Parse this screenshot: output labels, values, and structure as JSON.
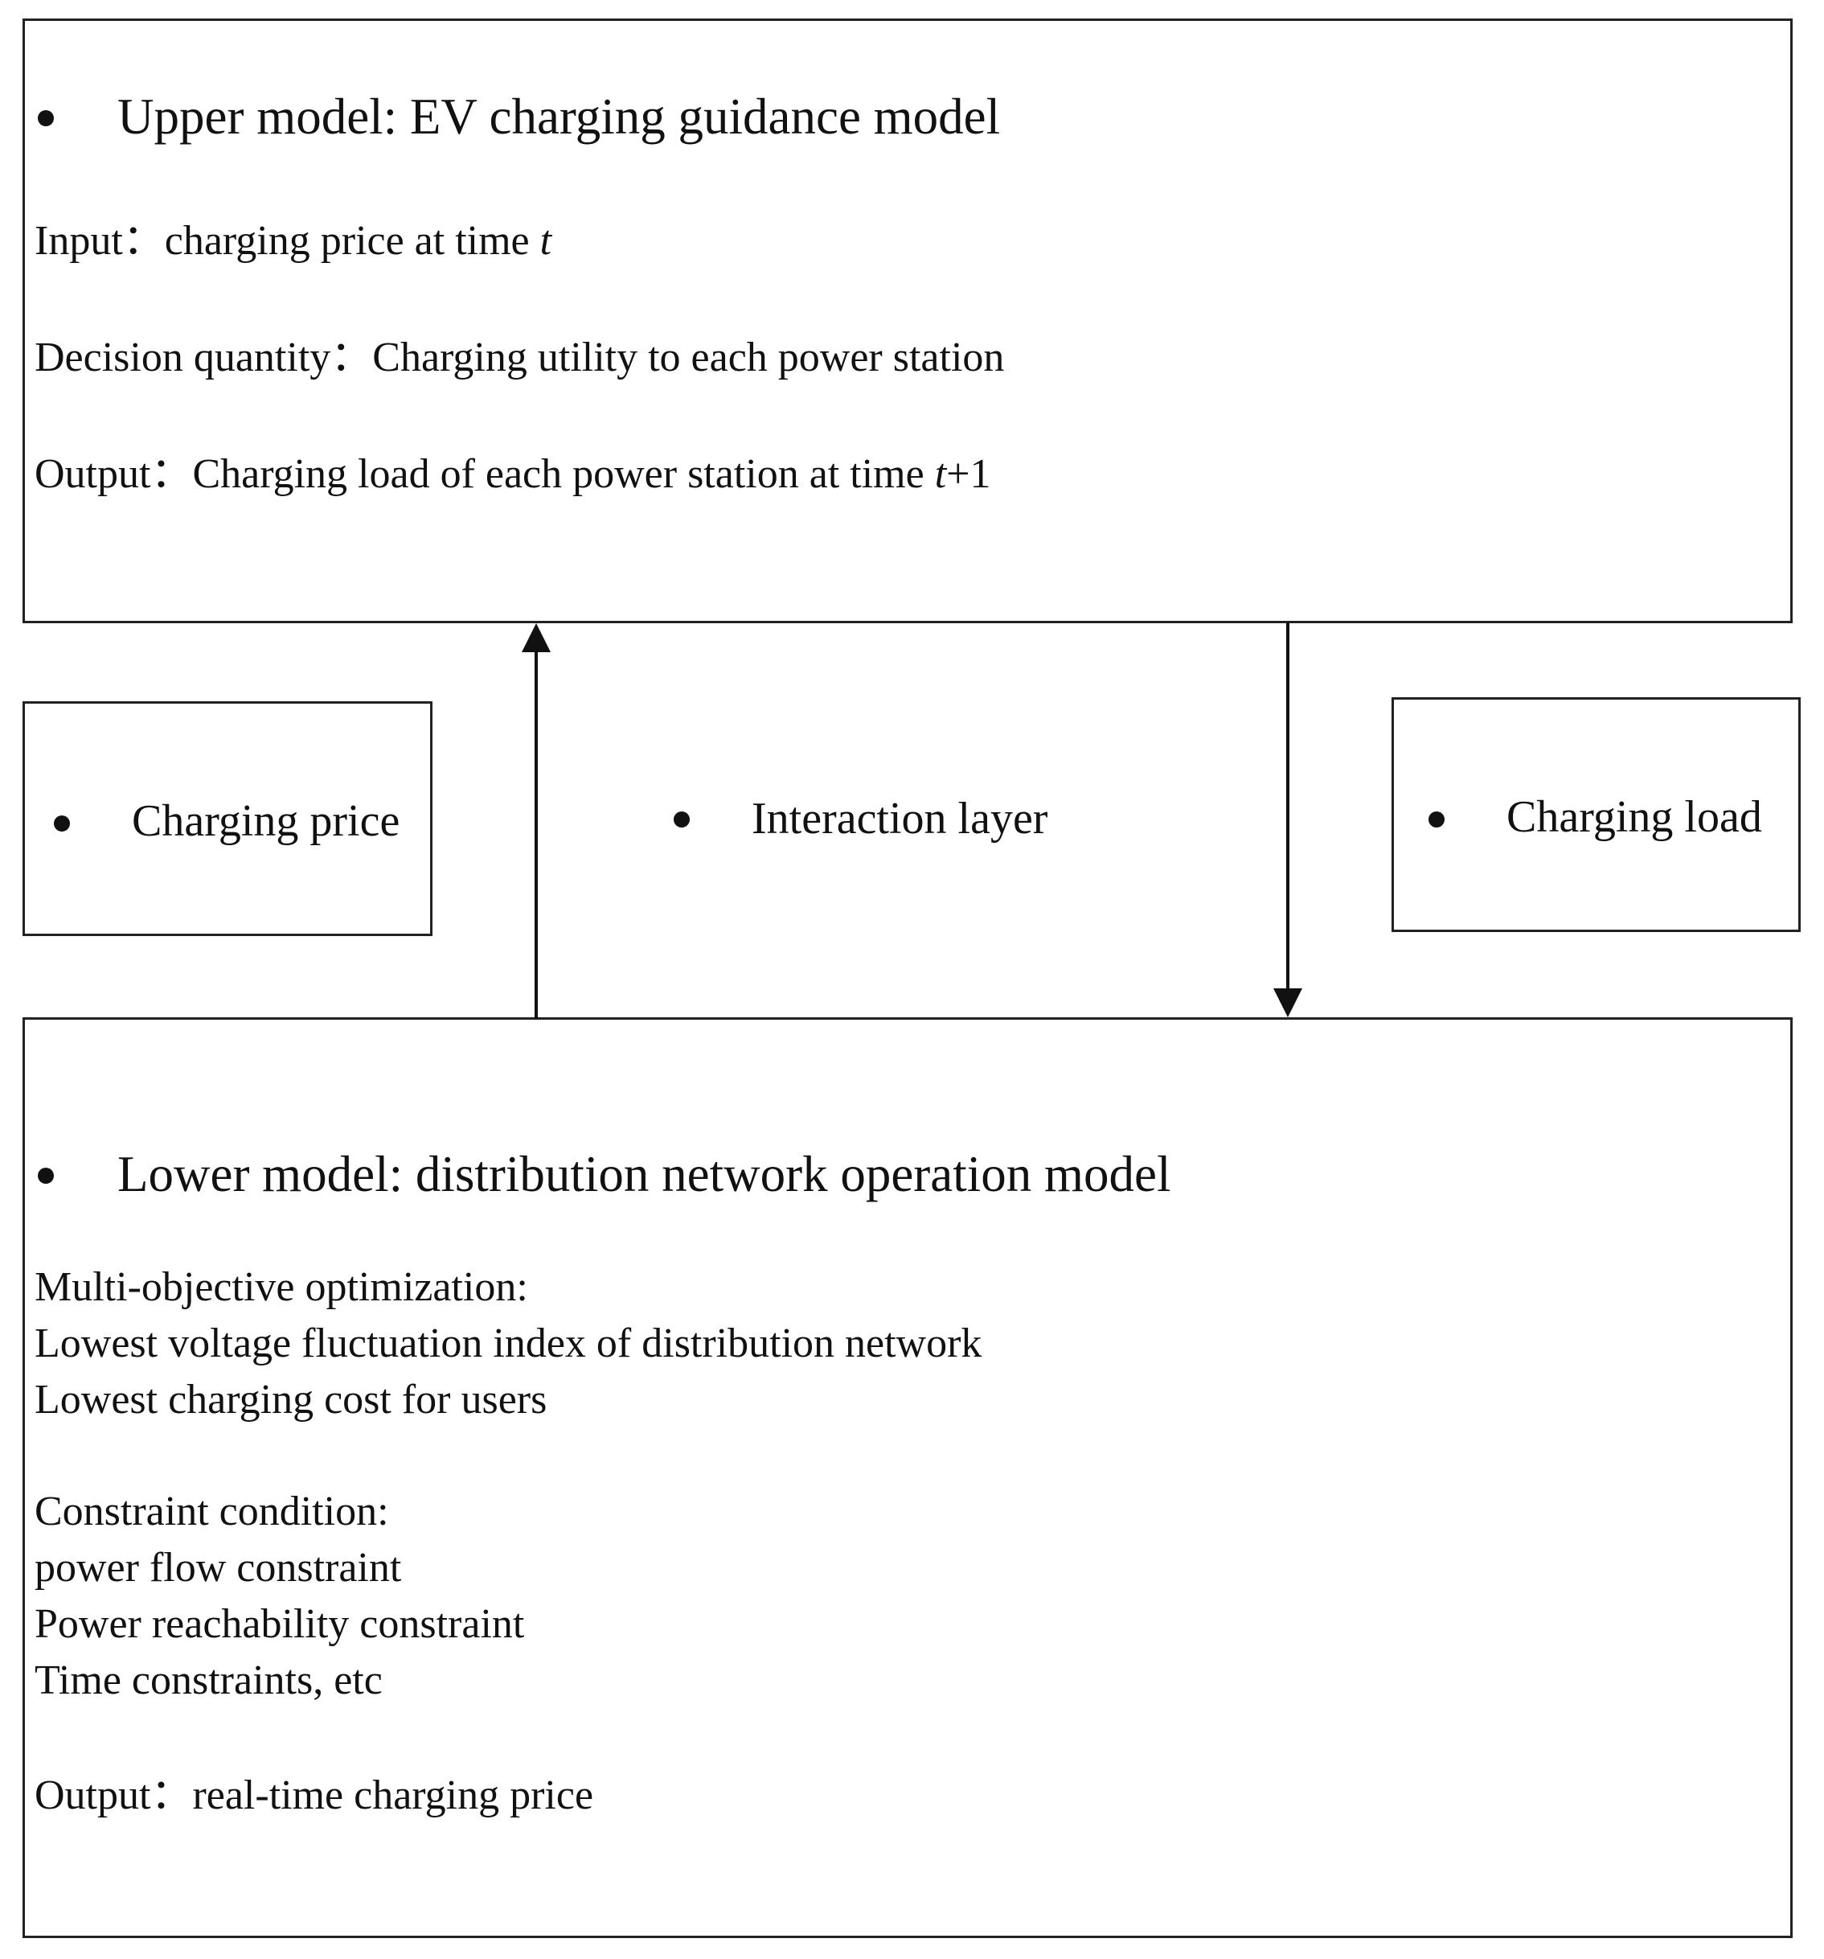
{
  "upper": {
    "title": "Upper model: EV charging guidance model",
    "input_label": "Input：",
    "input_text": "charging price at time ",
    "input_var": "t",
    "decision_label": "Decision quantity：",
    "decision_text": "Charging utility to each power station",
    "output_label": "Output：",
    "output_text": "Charging load of each power station at time ",
    "output_var": "t",
    "output_suffix": "+1"
  },
  "interaction": {
    "price_label": "Charging price",
    "layer_label": "Interaction layer",
    "load_label": "Charging load"
  },
  "lower": {
    "title": "Lower model: distribution network operation model",
    "objective_heading": "Multi-objective optimization:",
    "objectives": [
      "Lowest voltage fluctuation index of distribution network",
      "Lowest charging cost for users"
    ],
    "constraint_heading": "Constraint condition:",
    "constraints": [
      "power flow constraint",
      "Power reachability constraint",
      "Time constraints, etc"
    ],
    "output_label": "Output：",
    "output_text": "real-time charging price"
  }
}
